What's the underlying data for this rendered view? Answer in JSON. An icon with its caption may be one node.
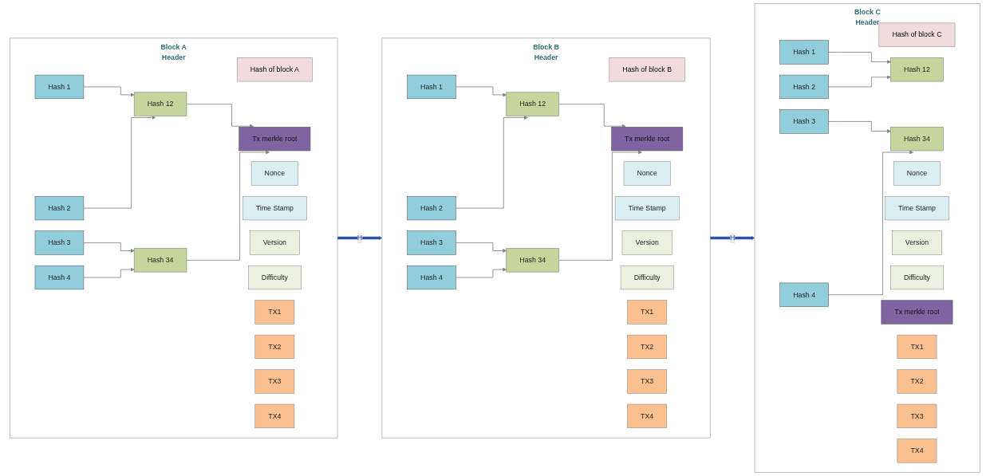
{
  "diagram": {
    "nodes": [
      {
        "text": [
          "Block A",
          "Header"
        ]
      },
      {
        "text": [
          "Hash of block A"
        ],
        "in": 0
      },
      {
        "text": [
          "Nonce"
        ],
        "in": 0
      },
      {
        "text": [
          "Time Stamp"
        ],
        "in": 0
      },
      {
        "text": [
          "Version"
        ],
        "in": 0
      },
      {
        "text": [
          "Difficulty"
        ],
        "in": 0
      },
      {
        "text": [
          "Tx merkle root"
        ],
        "in": 0
      },
      {
        "text": [
          "Hash 12"
        ],
        "in": 0
      },
      {
        "text": [
          "Hash 34"
        ],
        "in": 0
      },
      {
        "text": [
          "Hash 1"
        ],
        "in": 0
      },
      {
        "text": [
          "Hash 2"
        ],
        "in": 0
      },
      {
        "text": [
          "Hash 3"
        ],
        "in": 0
      },
      {
        "text": [
          "Hash 4"
        ],
        "in": 0
      },
      {
        "text": [
          "TX1"
        ],
        "in": 0
      },
      {
        "text": [
          "TX2"
        ],
        "in": 0
      },
      {
        "text": [
          "TX3"
        ],
        "in": 0
      },
      {
        "text": [
          "TX4"
        ],
        "in": 0
      },
      {
        "text": [
          "Block B",
          "Header"
        ]
      },
      {
        "text": [
          "Hash of block B"
        ],
        "in": 17
      },
      {
        "text": [
          "Nonce"
        ],
        "in": 17
      },
      {
        "text": [
          "Time Stamp"
        ],
        "in": 17
      },
      {
        "text": [
          "Version"
        ],
        "in": 17
      },
      {
        "text": [
          "Difficulty"
        ],
        "in": 17
      },
      {
        "text": [
          "Tx merkle root"
        ],
        "in": 17
      },
      {
        "text": [
          "Hash 12"
        ],
        "in": 17
      },
      {
        "text": [
          "Hash 34"
        ],
        "in": 17
      },
      {
        "text": [
          "Hash 1"
        ],
        "in": 17
      },
      {
        "text": [
          "Hash 2"
        ],
        "in": 17
      },
      {
        "text": [
          "Hash 3"
        ],
        "in": 17
      },
      {
        "text": [
          "Hash 4"
        ],
        "in": 17
      },
      {
        "text": [
          "TX1"
        ],
        "in": 17
      },
      {
        "text": [
          "TX2"
        ],
        "in": 17
      },
      {
        "text": [
          "TX3"
        ],
        "in": 17
      },
      {
        "text": [
          "TX4"
        ],
        "in": 17
      },
      {
        "text": [
          "Block C",
          "Header"
        ]
      },
      {
        "text": [
          "Hash of block C"
        ],
        "in": 34
      },
      {
        "text": [
          "Nonce"
        ],
        "in": 34
      },
      {
        "text": [
          "Time Stamp"
        ],
        "in": 34
      },
      {
        "text": [
          "Version"
        ],
        "in": 34
      },
      {
        "text": [
          "Difficulty"
        ],
        "in": 34
      },
      {
        "text": [
          "Tx merkle root"
        ],
        "in": 34
      },
      {
        "text": [
          "Hash 12"
        ],
        "in": 34
      },
      {
        "text": [
          "Hash 34"
        ],
        "in": 34
      },
      {
        "text": [
          "Hash 1"
        ],
        "in": 34
      },
      {
        "text": [
          "Hash 2"
        ],
        "in": 34
      },
      {
        "text": [
          "Hash 3"
        ],
        "in": 34
      },
      {
        "text": [
          "Hash 4"
        ],
        "in": 34
      },
      {
        "text": [
          "TX1"
        ],
        "in": 34
      },
      {
        "text": [
          "TX2"
        ],
        "in": 34
      },
      {
        "text": [
          "TX3"
        ],
        "in": 34
      },
      {
        "text": [
          "TX4"
        ],
        "in": 34
      }
    ],
    "edges": [
      {
        "from": 7,
        "to": 6,
        "arrow": "to"
      },
      {
        "from": 8,
        "to": 6,
        "arrow": "to"
      },
      {
        "from": 9,
        "to": 7,
        "arrow": "to"
      },
      {
        "from": 10,
        "to": 7,
        "arrow": "to"
      },
      {
        "from": 11,
        "to": 8,
        "arrow": "to"
      },
      {
        "from": 12,
        "to": 8,
        "arrow": "to"
      },
      {
        "from": 0,
        "to": 17,
        "arrow": "to",
        "label": "H",
        "style": "thick",
        "color": "#2f52a6"
      },
      {
        "from": 24,
        "to": 23,
        "arrow": "to"
      },
      {
        "from": 25,
        "to": 23,
        "arrow": "to"
      },
      {
        "from": 26,
        "to": 24,
        "arrow": "to"
      },
      {
        "from": 27,
        "to": 24,
        "arrow": "to"
      },
      {
        "from": 28,
        "to": 25,
        "arrow": "to"
      },
      {
        "from": 29,
        "to": 25,
        "arrow": "to"
      },
      {
        "from": 17,
        "to": 34,
        "arrow": "to",
        "label": "H",
        "style": "thick",
        "color": "#2f52a6"
      },
      {
        "from": 43,
        "to": 41,
        "arrow": "to"
      },
      {
        "from": 44,
        "to": 41,
        "arrow": "to"
      },
      {
        "from": 45,
        "to": 42,
        "arrow": "to"
      },
      {
        "from": 46,
        "to": 42,
        "arrow": "to"
      }
    ]
  }
}
